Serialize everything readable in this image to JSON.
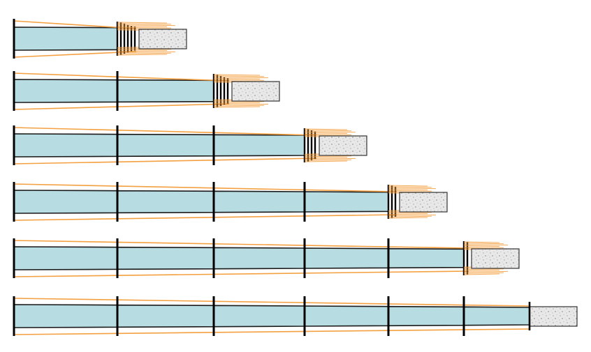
{
  "diagram": {
    "type": "telescoping-boom-extension-sequence",
    "colors": {
      "background": "#ffffff",
      "tube_fill": "#b7dde3",
      "tube_edge": "#1a1a1a",
      "rail": "#f4a040",
      "stroke_dark": "#000000",
      "head_fill": "#e6e6e6",
      "head_speckle": "#b8b8b8"
    },
    "stages": [
      {
        "id": "stage-1",
        "extended_sections": 1,
        "retracted_sections": 5
      },
      {
        "id": "stage-2",
        "extended_sections": 2,
        "retracted_sections": 4
      },
      {
        "id": "stage-3",
        "extended_sections": 3,
        "retracted_sections": 3
      },
      {
        "id": "stage-4",
        "extended_sections": 4,
        "retracted_sections": 2
      },
      {
        "id": "stage-5",
        "extended_sections": 5,
        "retracted_sections": 1
      },
      {
        "id": "stage-6",
        "extended_sections": 6,
        "retracted_sections": 0
      }
    ]
  }
}
